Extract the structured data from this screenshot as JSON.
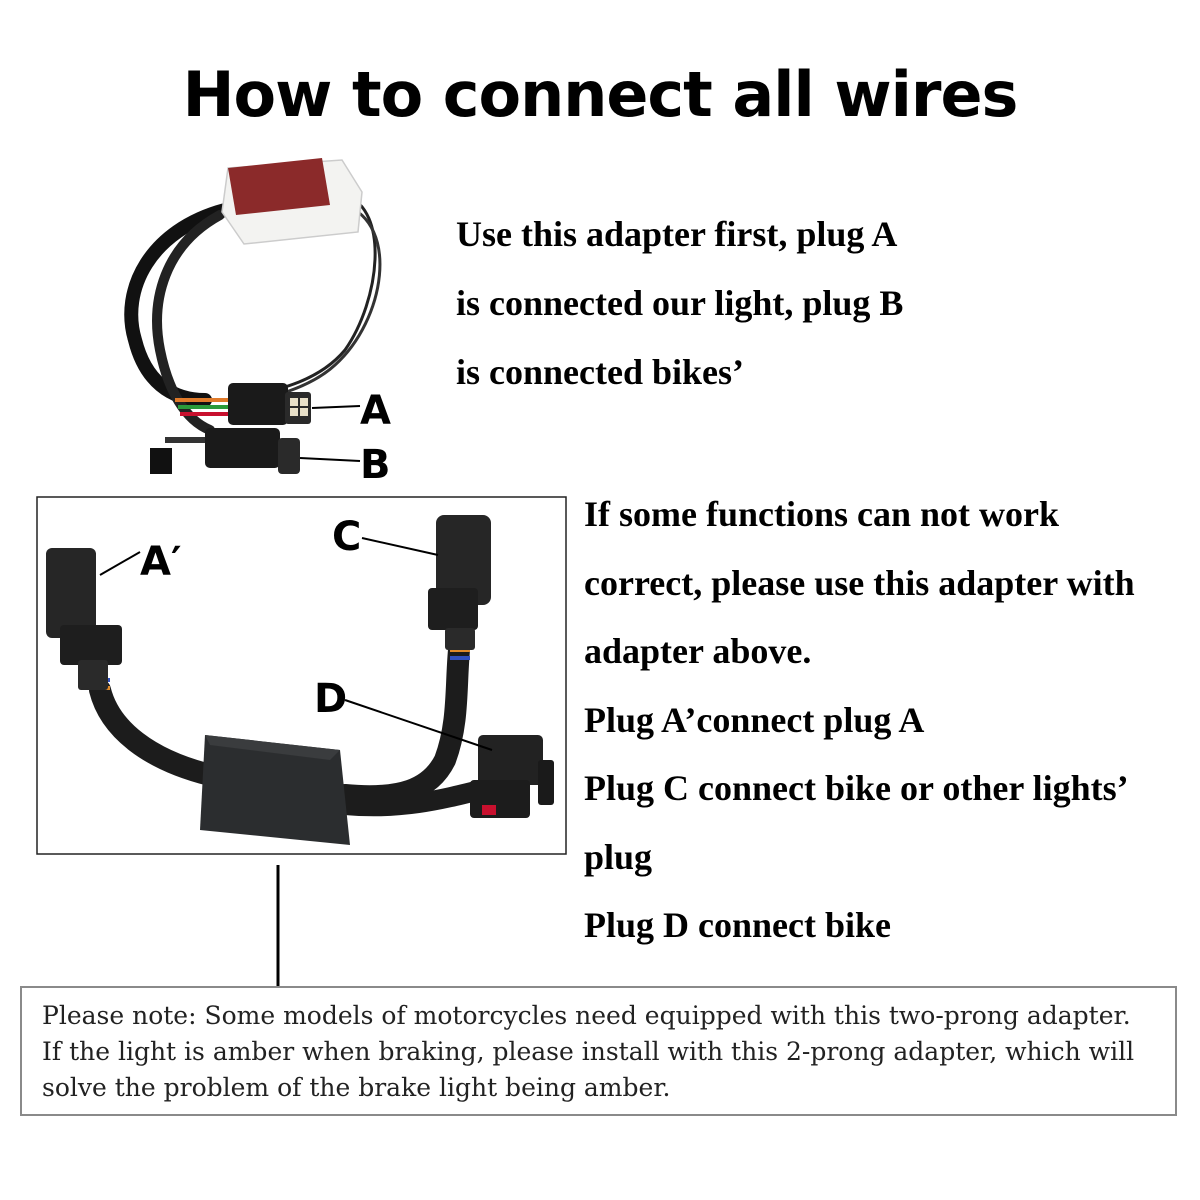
{
  "title": "How to connect all wires",
  "adapter1": {
    "lines": [
      "Use this adapter first, plug A",
      "is connected our light, plug B",
      "is connected bikes’"
    ],
    "labels": {
      "a": "A",
      "b": "B"
    }
  },
  "adapter2": {
    "lines": [
      "If some functions can not work",
      "correct, please use this adapter with",
      "adapter above.",
      "Plug A’connect plug A",
      "Plug C connect bike or other lights’",
      "plug",
      "Plug D connect bike"
    ],
    "labels": {
      "a_prime": "A′",
      "c": "C",
      "d": "D"
    }
  },
  "note": {
    "lines": [
      "Please note: Some models of motorcycles need equipped with this two-prong adapter.",
      "If the light is amber when braking, please install with this 2-prong adapter, which will",
      "solve the problem of the brake light being amber."
    ]
  }
}
